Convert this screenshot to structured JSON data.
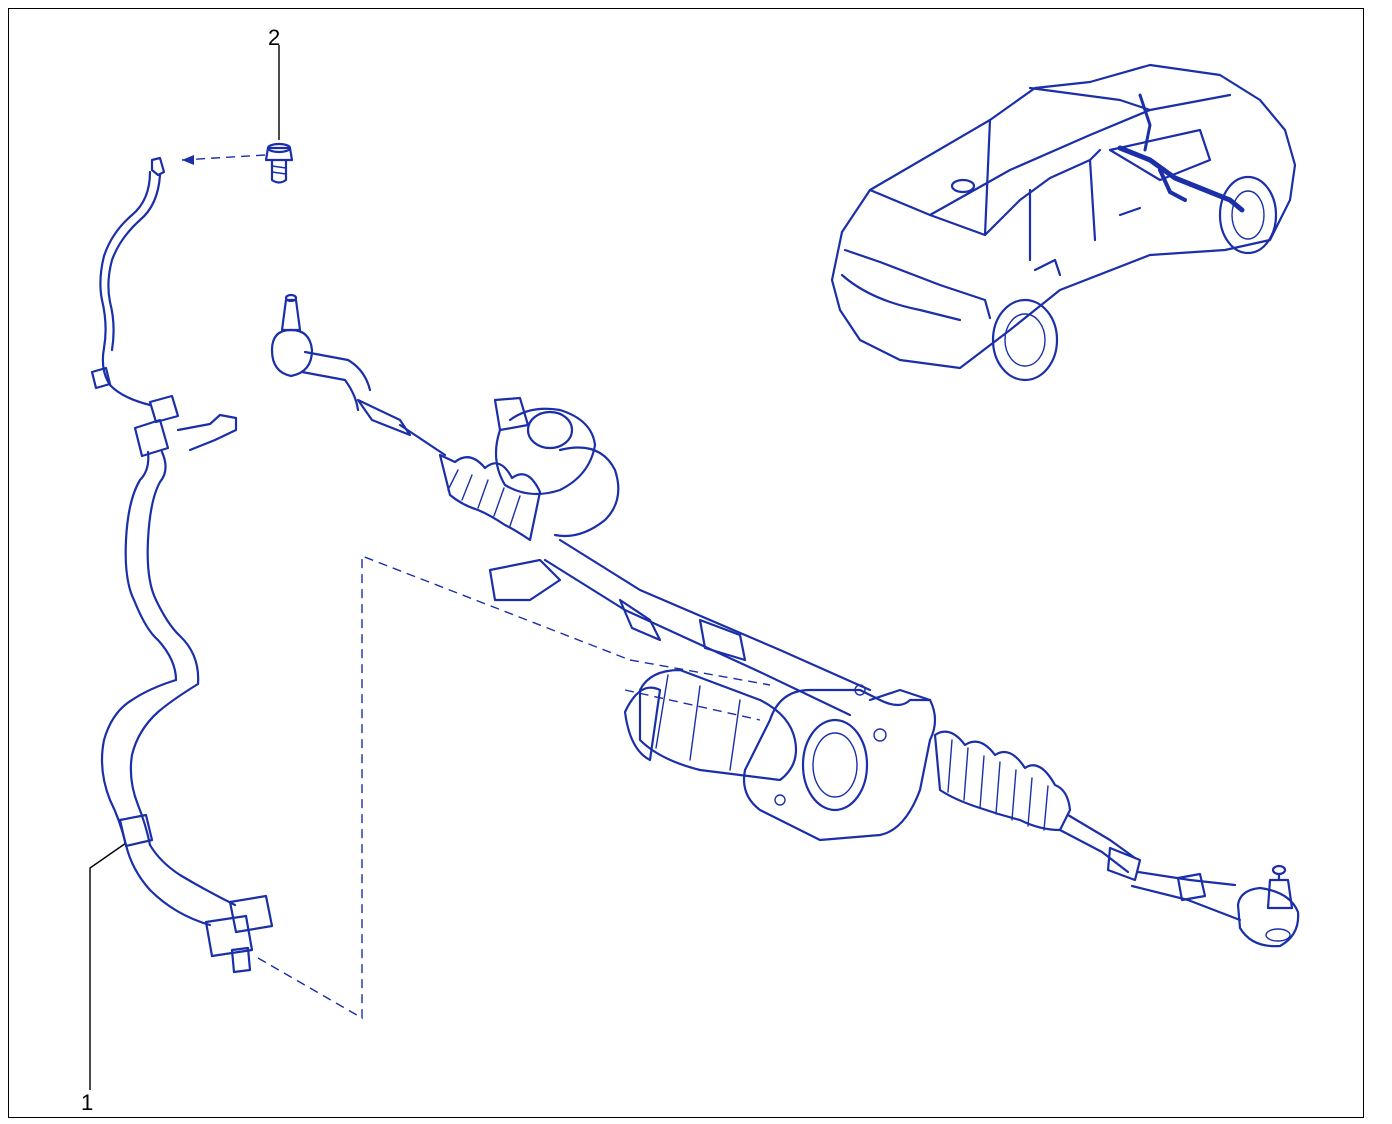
{
  "diagram": {
    "callouts": [
      {
        "number": "2",
        "part": "bolt"
      },
      {
        "number": "1",
        "part": "wiring-harness"
      }
    ],
    "colors": {
      "line": "#1a2fa8",
      "leader": "#000000",
      "background": "#ffffff"
    }
  }
}
